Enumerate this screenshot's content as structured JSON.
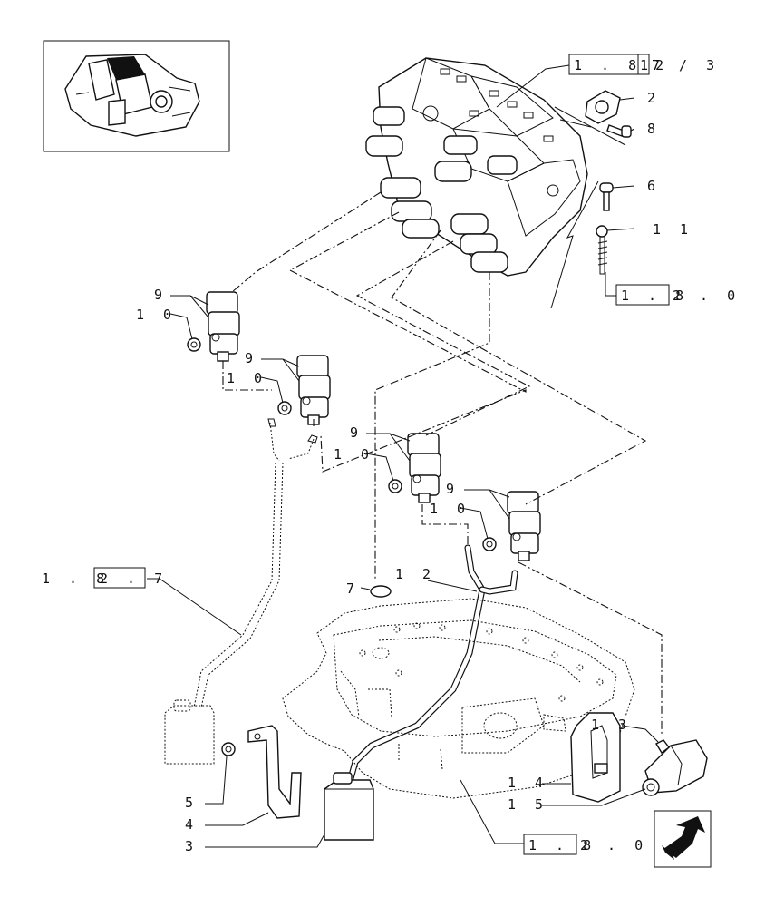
{
  "diagram": {
    "part_labels": {
      "p2": "2",
      "p8": "8",
      "p6": "6",
      "p11": "1 1",
      "p9a": "9",
      "p10a": "1 0",
      "p9b": "9",
      "p10b": "1 0",
      "p9c": "9",
      "p10c": "1 0",
      "p9d": "9",
      "p10d": "1 0",
      "p7": "7",
      "p12": "1 2",
      "p13": "1 3",
      "p14": "1 4",
      "p15": "1 5",
      "p5": "5",
      "p4": "4",
      "p3": "3"
    },
    "ref_labels": {
      "top": {
        "boxed": "1 . 8 2",
        "box2": "1",
        "rest": "7 / 3"
      },
      "right": {
        "boxed": "1 . 8",
        "rest": "2 . 0"
      },
      "left": {
        "pre": "1 . 8",
        "boxed": "2 . 7"
      },
      "bottom": {
        "boxed": "1 . 8",
        "rest": "2 . 0"
      }
    }
  }
}
